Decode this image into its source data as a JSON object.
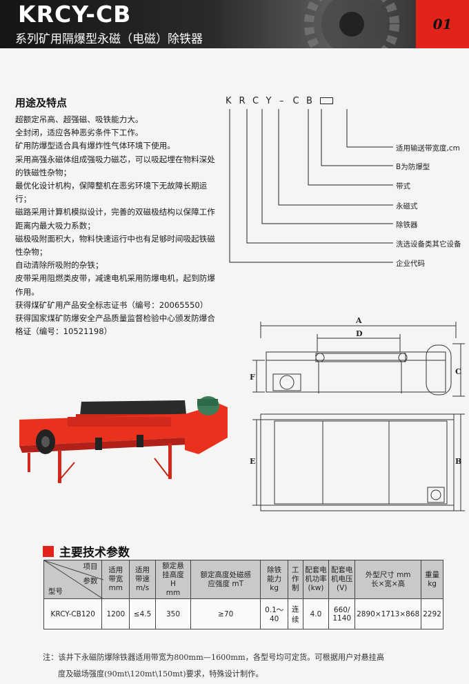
{
  "header": {
    "model": "KRCY-CB",
    "subtitle": "系列矿用隔爆型永磁（电磁）除铁器",
    "page_number": "01"
  },
  "features": {
    "title": "用途及特点",
    "lines": [
      "超额定吊高、超强磁、吸铁能力大。",
      "全封闭，适应各种恶劣条件下工作。",
      "矿用防爆型适合具有爆炸性气体环境下使用。",
      "采用高强永磁体组成强吸力磁芯，可以吸起埋在物料深处的铁磁性杂物；",
      "最优化设计机构，保障整机在恶劣环境下无故障长期运行；",
      "磁路采用计算机模拟设计，完善的双磁极结构以保障工作距离内最大吸力系数；",
      "磁极吸附面积大，物料快速运行中也有足够时间吸起铁磁性杂物；",
      "自动清除所吸附的杂铁；",
      "皮带采用阻燃类皮带，减速电机采用防爆电机，起到防爆作用。",
      "获得煤矿矿用产品安全标志证书（编号：20065550）",
      "获得国家煤矿防爆安全产品质量监督检验中心颁发防爆合格证（编号：10521198）"
    ]
  },
  "model_code": {
    "letters": [
      "K",
      "R",
      "C",
      "Y",
      "–",
      "C",
      "B"
    ],
    "labels": [
      "适用输送带宽度,cm",
      "B为防爆型",
      "带式",
      "永磁式",
      "除铁器",
      "洗选设备类其它设备",
      "企业代码"
    ]
  },
  "drawing": {
    "dims": [
      "A",
      "D",
      "F",
      "C",
      "E",
      "B"
    ]
  },
  "params": {
    "title": "主要技术参数",
    "corner": {
      "top": "项目",
      "mid": "参数",
      "bottom": "型号"
    },
    "headers": [
      [
        "适用",
        "带宽",
        "mm"
      ],
      [
        "适用",
        "带速",
        "m/s"
      ],
      [
        "额定悬",
        "挂高度",
        "H",
        "mm"
      ],
      [
        "额定高度处磁感",
        "应强度  mT"
      ],
      [
        "除铁",
        "能力",
        "kg"
      ],
      [
        "工",
        "作",
        "制"
      ],
      [
        "配套电",
        "机功率",
        "(kw)"
      ],
      [
        "配套电",
        "机电压",
        "(V)"
      ],
      [
        "外型尺寸   mm",
        "长×宽×高"
      ],
      [
        "重量",
        "kg"
      ]
    ],
    "row": {
      "model": "KRCY-CB120",
      "width": "1200",
      "speed": "≤4.5",
      "height": "350",
      "field": "≥70",
      "capacity": "0.1～40",
      "duty": [
        "连",
        "续"
      ],
      "power": "4.0",
      "voltage": [
        "660/",
        "1140"
      ],
      "size": "2890×1713×868",
      "weight": "2292"
    }
  },
  "note": {
    "line1": "注：该井下永磁防爆除铁器适用带宽为800mm—1600mm，各型号均可定货。可根据用户对悬挂高",
    "line2": "度及磁场强度(90mt\\120mt\\150mt)要求，特殊设计制作。"
  },
  "colors": {
    "accent": "#e2231a",
    "machine": "#e8321e",
    "header_dark": "#1a1a1a"
  }
}
